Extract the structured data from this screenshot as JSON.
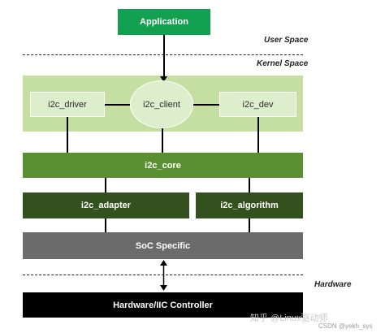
{
  "nodes": {
    "application": "Application",
    "i2c_driver": "i2c_driver",
    "i2c_client": "i2c_client",
    "i2c_dev": "i2c_dev",
    "i2c_core": "i2c_core",
    "i2c_adapter": "i2c_adapter",
    "i2c_algorithm": "i2c_algorithm",
    "soc_specific": "SoC Specific",
    "hardware_controller": "Hardware/IIC Controller"
  },
  "regions": {
    "user_space": "User Space",
    "kernel_space": "Kernel Space",
    "hardware": "Hardware"
  },
  "watermark": {
    "site": "知乎 @Linux驱动师",
    "csdn": "CSDN @yekh_sys"
  }
}
